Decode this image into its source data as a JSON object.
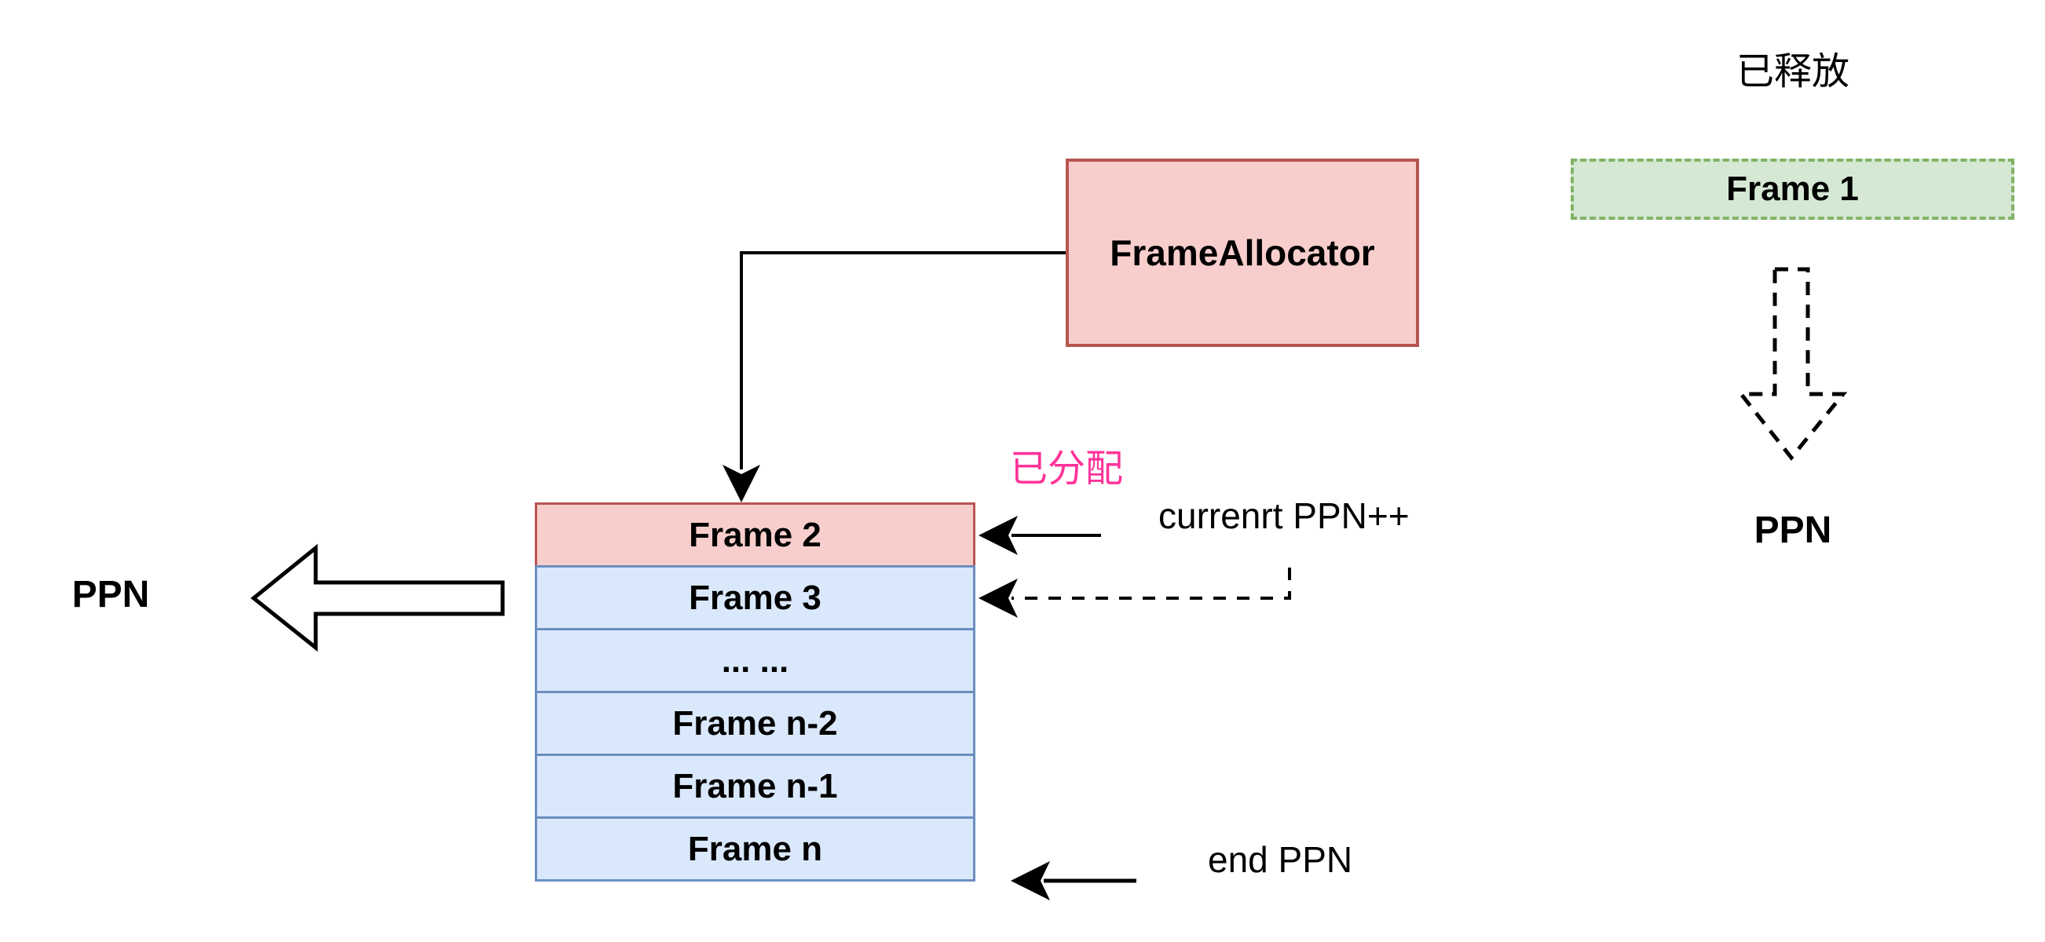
{
  "diagram": {
    "allocator": {
      "label": "FrameAllocator"
    },
    "released": {
      "caption": "已释放",
      "frame_label": "Frame 1",
      "ppn_label": "PPN"
    },
    "allocated": {
      "caption": "已分配"
    },
    "stack": {
      "rows": [
        {
          "label": "Frame 2",
          "state": "allocated"
        },
        {
          "label": "Frame 3",
          "state": "free"
        },
        {
          "label": "... ...",
          "state": "free"
        },
        {
          "label": "Frame n-2",
          "state": "free"
        },
        {
          "label": "Frame n-1",
          "state": "free"
        },
        {
          "label": "Frame n",
          "state": "free"
        }
      ]
    },
    "annotations": {
      "current_ppn": "currenrt PPN++",
      "end_ppn": "end PPN",
      "ppn_out": "PPN"
    },
    "colors": {
      "allocated_fill": "#f8cecc",
      "allocated_stroke": "#b85450",
      "free_fill": "#dae8fc",
      "free_stroke": "#6c8ebf",
      "released_fill": "#d5e8d4",
      "released_stroke": "#82b366",
      "allocated_caption": "#ff3399",
      "line": "#000000",
      "background": "#ffffff",
      "text": "#000000"
    }
  }
}
